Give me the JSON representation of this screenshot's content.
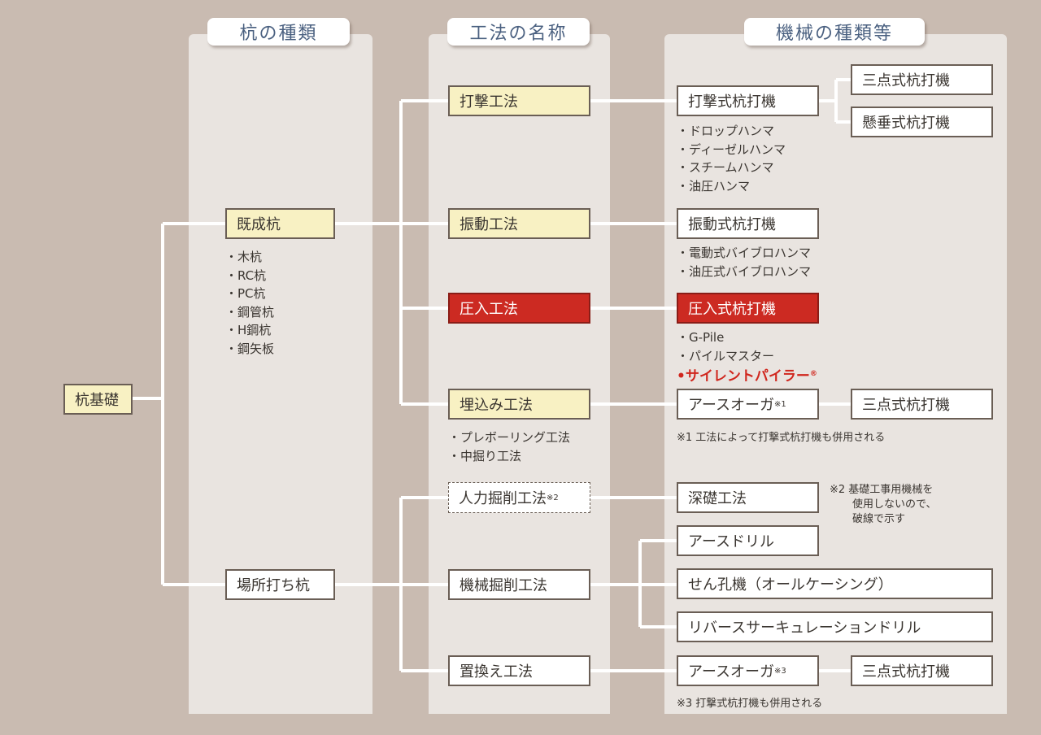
{
  "headers": {
    "pile_types": "杭の種類",
    "method_names": "工法の名称",
    "machine_types": "機械の種類等"
  },
  "root": "杭基礎",
  "piles": {
    "precast": "既成杭",
    "precast_items": [
      "・木杭",
      "・RC杭",
      "・PC杭",
      "・鋼管杭",
      "・H鋼杭",
      "・鋼矢板"
    ],
    "cast_in_place": "場所打ち杭"
  },
  "methods": {
    "impact": "打撃工法",
    "vibration": "振動工法",
    "press_in": "圧入工法",
    "embedded": "埋込み工法",
    "embedded_items": [
      "・プレボーリング工法",
      "・中掘り工法"
    ],
    "manual": "人力掘削工法",
    "manual_note_mark": "※2",
    "mechanical": "機械掘削工法",
    "replacement": "置換え工法"
  },
  "machines": {
    "impact_driver": "打撃式杭打機",
    "three_point": "三点式杭打機",
    "suspended": "懸垂式杭打機",
    "impact_items": [
      "・ドロップハンマ",
      "・ディーゼルハンマ",
      "・スチームハンマ",
      "・油圧ハンマ"
    ],
    "vibration_driver": "振動式杭打機",
    "vibration_items": [
      "・電動式バイブロハンマ",
      "・油圧式バイブロハンマ"
    ],
    "press_driver": "圧入式杭打機",
    "press_items": [
      "・G-Pile",
      "・パイルマスター"
    ],
    "silent_piler": "•サイレントパイラー",
    "registered": "®",
    "earth_auger": "アースオーガ",
    "mark1": "※1",
    "mark3": "※3",
    "deep_foundation": "深礎工法",
    "earth_drill": "アースドリル",
    "boring": "せん孔機（オールケーシング）",
    "reverse": "リバースサーキュレーションドリル"
  },
  "notes": {
    "n1": "※1 工法によって打撃式杭打機も併用される",
    "n2": [
      "※2 基礎工事用機械を",
      "使用しないので、",
      "破線で示す"
    ],
    "n3": "※3 打撃式杭打機も併用される"
  },
  "colors": {
    "background": "#c9bbb1",
    "panel": "#e9e4e0",
    "highlight": "#cc2a22",
    "yellow": "#f8f1c3"
  }
}
